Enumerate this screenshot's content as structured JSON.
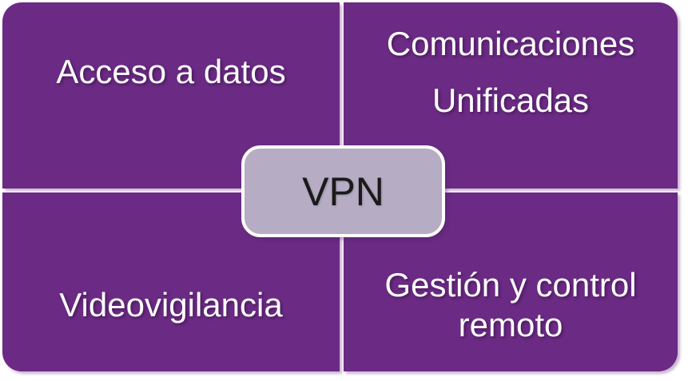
{
  "diagram": {
    "type": "matrix",
    "center": {
      "label": "VPN"
    },
    "quadrants": [
      {
        "id": "top-left",
        "label": "Acceso a datos",
        "lines": [
          "Acceso a datos"
        ]
      },
      {
        "id": "top-right",
        "label": "Comunicaciones Unificadas",
        "lines": [
          "Comunicaciones",
          "Unificadas"
        ]
      },
      {
        "id": "bottom-left",
        "label": "Videovigilancia",
        "lines": [
          "Videovigilancia"
        ]
      },
      {
        "id": "bottom-right",
        "label": "Gestión y control remoto",
        "lines": [
          "Gestión y control",
          "remoto"
        ]
      }
    ],
    "colors": {
      "quadrant_fill": "#6B2A84",
      "center_fill": "#B6ACC4",
      "center_border": "#FFFFFF",
      "quadrant_text": "#FFFFFF",
      "center_text": "#1A1A1A",
      "background": "#FFFFFF"
    }
  }
}
